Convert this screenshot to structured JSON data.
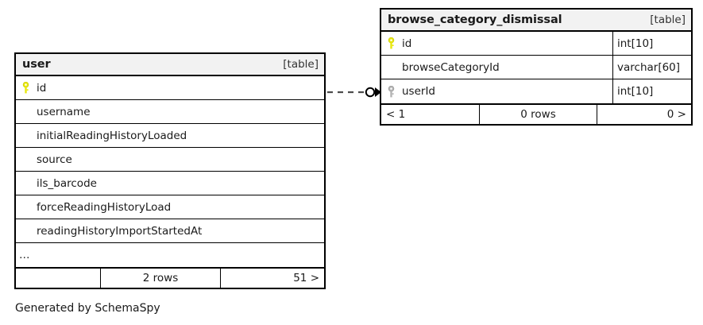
{
  "diagram": {
    "caption": "Generated by SchemaSpy",
    "colors": {
      "primary_key": "#e8e80e",
      "foreign_key": "#b3b3b3",
      "border": "#000000",
      "header_bg": "#f2f2f2",
      "page_bg": "#ffffff"
    }
  },
  "tables": {
    "user": {
      "name": "user",
      "kind": "[table]",
      "columns": [
        {
          "name": "id",
          "key": "primary",
          "type": ""
        },
        {
          "name": "username",
          "key": "none",
          "type": ""
        },
        {
          "name": "initialReadingHistoryLoaded",
          "key": "none",
          "type": ""
        },
        {
          "name": "source",
          "key": "none",
          "type": ""
        },
        {
          "name": "ils_barcode",
          "key": "none",
          "type": ""
        },
        {
          "name": "forceReadingHistoryLoad",
          "key": "none",
          "type": ""
        },
        {
          "name": "readingHistoryImportStartedAt",
          "key": "none",
          "type": ""
        },
        {
          "name": "…",
          "key": "ellipsis",
          "type": ""
        }
      ],
      "footer": {
        "left": "",
        "center": "2 rows",
        "right": "51 >"
      }
    },
    "browse_category_dismissal": {
      "name": "browse_category_dismissal",
      "kind": "[table]",
      "columns": [
        {
          "name": "id",
          "key": "primary",
          "type": "int[10]"
        },
        {
          "name": "browseCategoryId",
          "key": "none",
          "type": "varchar[60]"
        },
        {
          "name": "userId",
          "key": "foreign",
          "type": "int[10]"
        }
      ],
      "footer": {
        "left": "< 1",
        "center": "0 rows",
        "right": "0 >"
      }
    }
  },
  "relationship": {
    "from_table": "user",
    "from_column": "id",
    "to_table": "browse_category_dismissal",
    "to_column": "userId",
    "line_style": "dashed",
    "source_marker": "none",
    "target_marker": "zero-or-more"
  }
}
